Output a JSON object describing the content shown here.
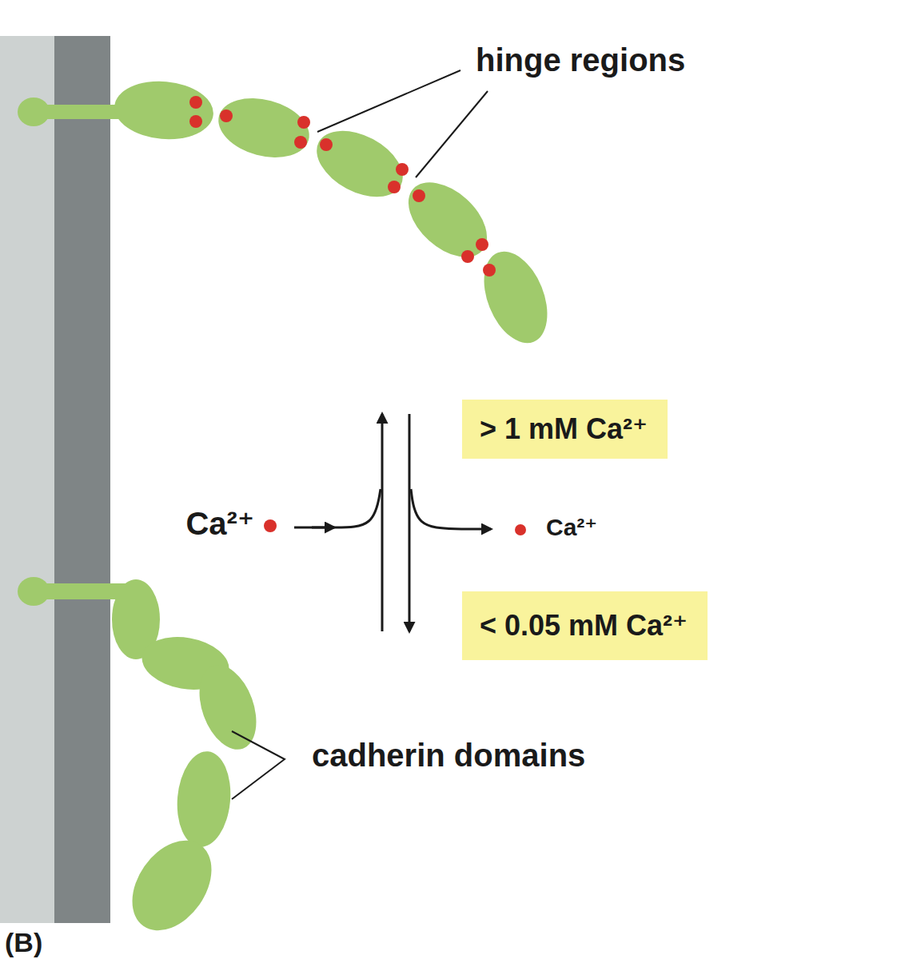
{
  "diagram": {
    "nodes": [
      {
        "text": [
          "> 1 mM Ca²⁺"
        ]
      },
      {
        "text": [
          "< 0.05 mM Ca²⁺"
        ]
      }
    ],
    "labels": [
      "hinge regions",
      "Ca²⁺",
      "Ca²⁺",
      "cadherin domains",
      "(B)"
    ]
  }
}
